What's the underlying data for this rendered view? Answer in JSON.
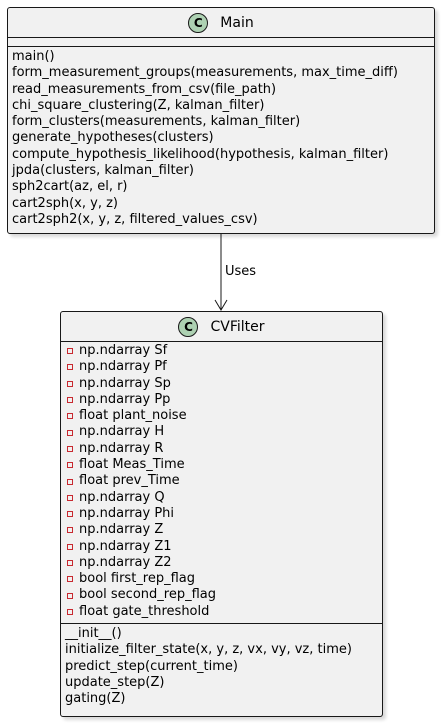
{
  "diagram": {
    "relation_label": "Uses",
    "colors": {
      "class_fill": "#f1f1f1",
      "border": "#181818",
      "class_icon": "#add1b2",
      "private_marker": "#c82930"
    }
  },
  "main_class": {
    "icon_letter": "C",
    "name": "Main",
    "methods": [
      "main()",
      "form_measurement_groups(measurements, max_time_diff)",
      "read_measurements_from_csv(file_path)",
      "chi_square_clustering(Z, kalman_filter)",
      "form_clusters(measurements, kalman_filter)",
      "generate_hypotheses(clusters)",
      "compute_hypothesis_likelihood(hypothesis, kalman_filter)",
      "jpda(clusters, kalman_filter)",
      "sph2cart(az, el, r)",
      "cart2sph(x, y, z)",
      "cart2sph2(x, y, z, filtered_values_csv)"
    ]
  },
  "cvfilter_class": {
    "icon_letter": "C",
    "name": "CVFilter",
    "attributes": [
      "np.ndarray Sf",
      "np.ndarray Pf",
      "np.ndarray Sp",
      "np.ndarray Pp",
      "float plant_noise",
      "np.ndarray H",
      "np.ndarray R",
      "float Meas_Time",
      "float prev_Time",
      "np.ndarray Q",
      "np.ndarray Phi",
      "np.ndarray Z",
      "np.ndarray Z1",
      "np.ndarray Z2",
      "bool first_rep_flag",
      "bool second_rep_flag",
      "float gate_threshold"
    ],
    "methods": [
      "__init__()",
      "initialize_filter_state(x, y, z, vx, vy, vz, time)",
      "predict_step(current_time)",
      "update_step(Z)",
      "gating(Z)"
    ]
  }
}
